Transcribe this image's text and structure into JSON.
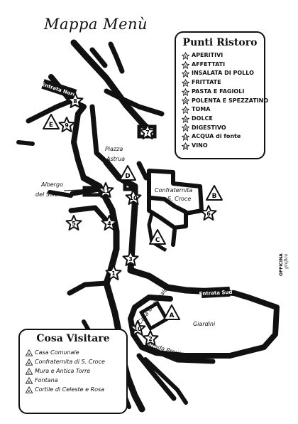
{
  "title": "Mappa Menù",
  "punti_ristoro": {
    "heading": "Punti Ristoro",
    "items": [
      {
        "num": "1",
        "label": "APERITIVI"
      },
      {
        "num": "2",
        "label": "AFFETTATI"
      },
      {
        "num": "3",
        "label": "INSALATA DI POLLO"
      },
      {
        "num": "4",
        "label": "FRITTATE"
      },
      {
        "num": "5",
        "label": "PASTA E FAGIOLI"
      },
      {
        "num": "6",
        "label": "POLENTA E SPEZZATINO"
      },
      {
        "num": "7",
        "label": "TOMA"
      },
      {
        "num": "8",
        "label": "DOLCE"
      },
      {
        "num": "9",
        "label": "DIGESTIVO"
      },
      {
        "num": "10",
        "label": "ACQUA di fonte"
      },
      {
        "num": "11",
        "label": "VINO"
      }
    ]
  },
  "cosa_visitare": {
    "heading": "Cosa Visitare",
    "items": [
      {
        "letter": "A",
        "label": "Casa Comunale"
      },
      {
        "letter": "B",
        "label": "Confraternita di S. Croce"
      },
      {
        "letter": "C",
        "label": "Mura e Antica Torre"
      },
      {
        "letter": "D",
        "label": "Fontana"
      },
      {
        "letter": "E",
        "label": "Cortile di Celeste e Rosa"
      }
    ]
  },
  "map_labels": {
    "piazza_astrua": "Piazza\nAstrua",
    "albergo_del_sole": "Albergo\ndel Sole",
    "confraternita": "Confraternita",
    "s_croce": "S. Croce",
    "giardini": "Giardini",
    "casa_comunale": "Casa Comunale",
    "strada_provinciale": "Strada Provinciale",
    "entrata_nord": "Entrata Nord",
    "entrata_sud": "Entrata Sud"
  },
  "logo_text": "OFFICINA grafica",
  "stars_on_map": [
    "8",
    "9",
    "7",
    "11",
    "10",
    "5",
    "4",
    "6",
    "3",
    "1",
    "10",
    "2"
  ],
  "triangles_on_map": [
    "E",
    "D",
    "B",
    "C",
    "A"
  ]
}
